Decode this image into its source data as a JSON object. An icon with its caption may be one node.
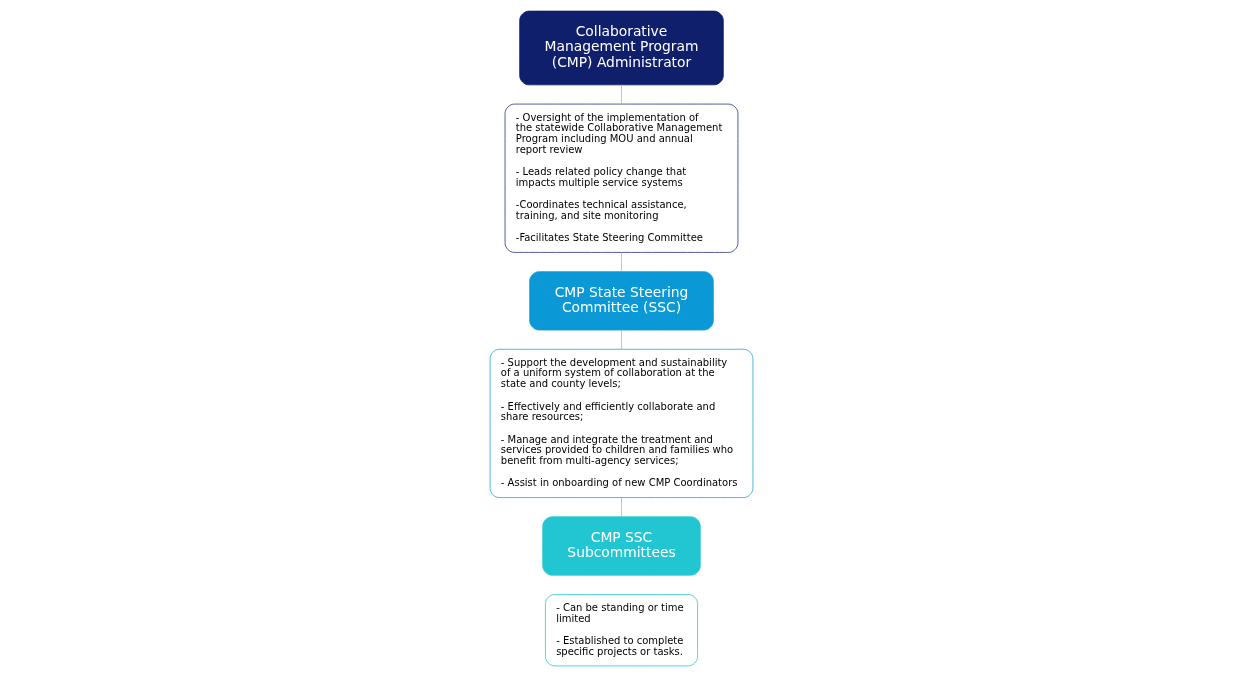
{
  "diagram": {
    "nodes": [
      {
        "text": [
          "Collaborative Management Program (CMP) Administrator"
        ]
      },
      {
        "text": [
          "- Oversight of the implementation of the statewide Collaborative Management Program including MOU and annual report review",
          "- Leads related policy change that impacts multiple service systems",
          "-Coordinates technical assistance, training, and site monitoring",
          "-Facilitates State Steering Committee"
        ]
      },
      {
        "text": [
          "CMP State Steering Committee (SSC)"
        ]
      },
      {
        "text": [
          "- Support the development and sustainability of a uniform system of collaboration at the state and county levels;",
          "- Effectively and efficiently collaborate and share resources;",
          "- Manage and integrate the treatment and services provided to children and families who benefit from multi-agency services;",
          "- Assist in onboarding of new CMP Coordinators"
        ]
      },
      {
        "text": [
          "CMP SSC Subcommittees"
        ]
      },
      {
        "text": [
          "- Can be standing or time limited",
          "- Established to complete specific projects or tasks."
        ]
      }
    ],
    "edges": [
      {
        "from": 0,
        "to": 1,
        "arrow": "none"
      },
      {
        "from": 1,
        "to": 2,
        "arrow": "none"
      },
      {
        "from": 2,
        "to": 3,
        "arrow": "none"
      },
      {
        "from": 3,
        "to": 4,
        "arrow": "none"
      }
    ]
  }
}
